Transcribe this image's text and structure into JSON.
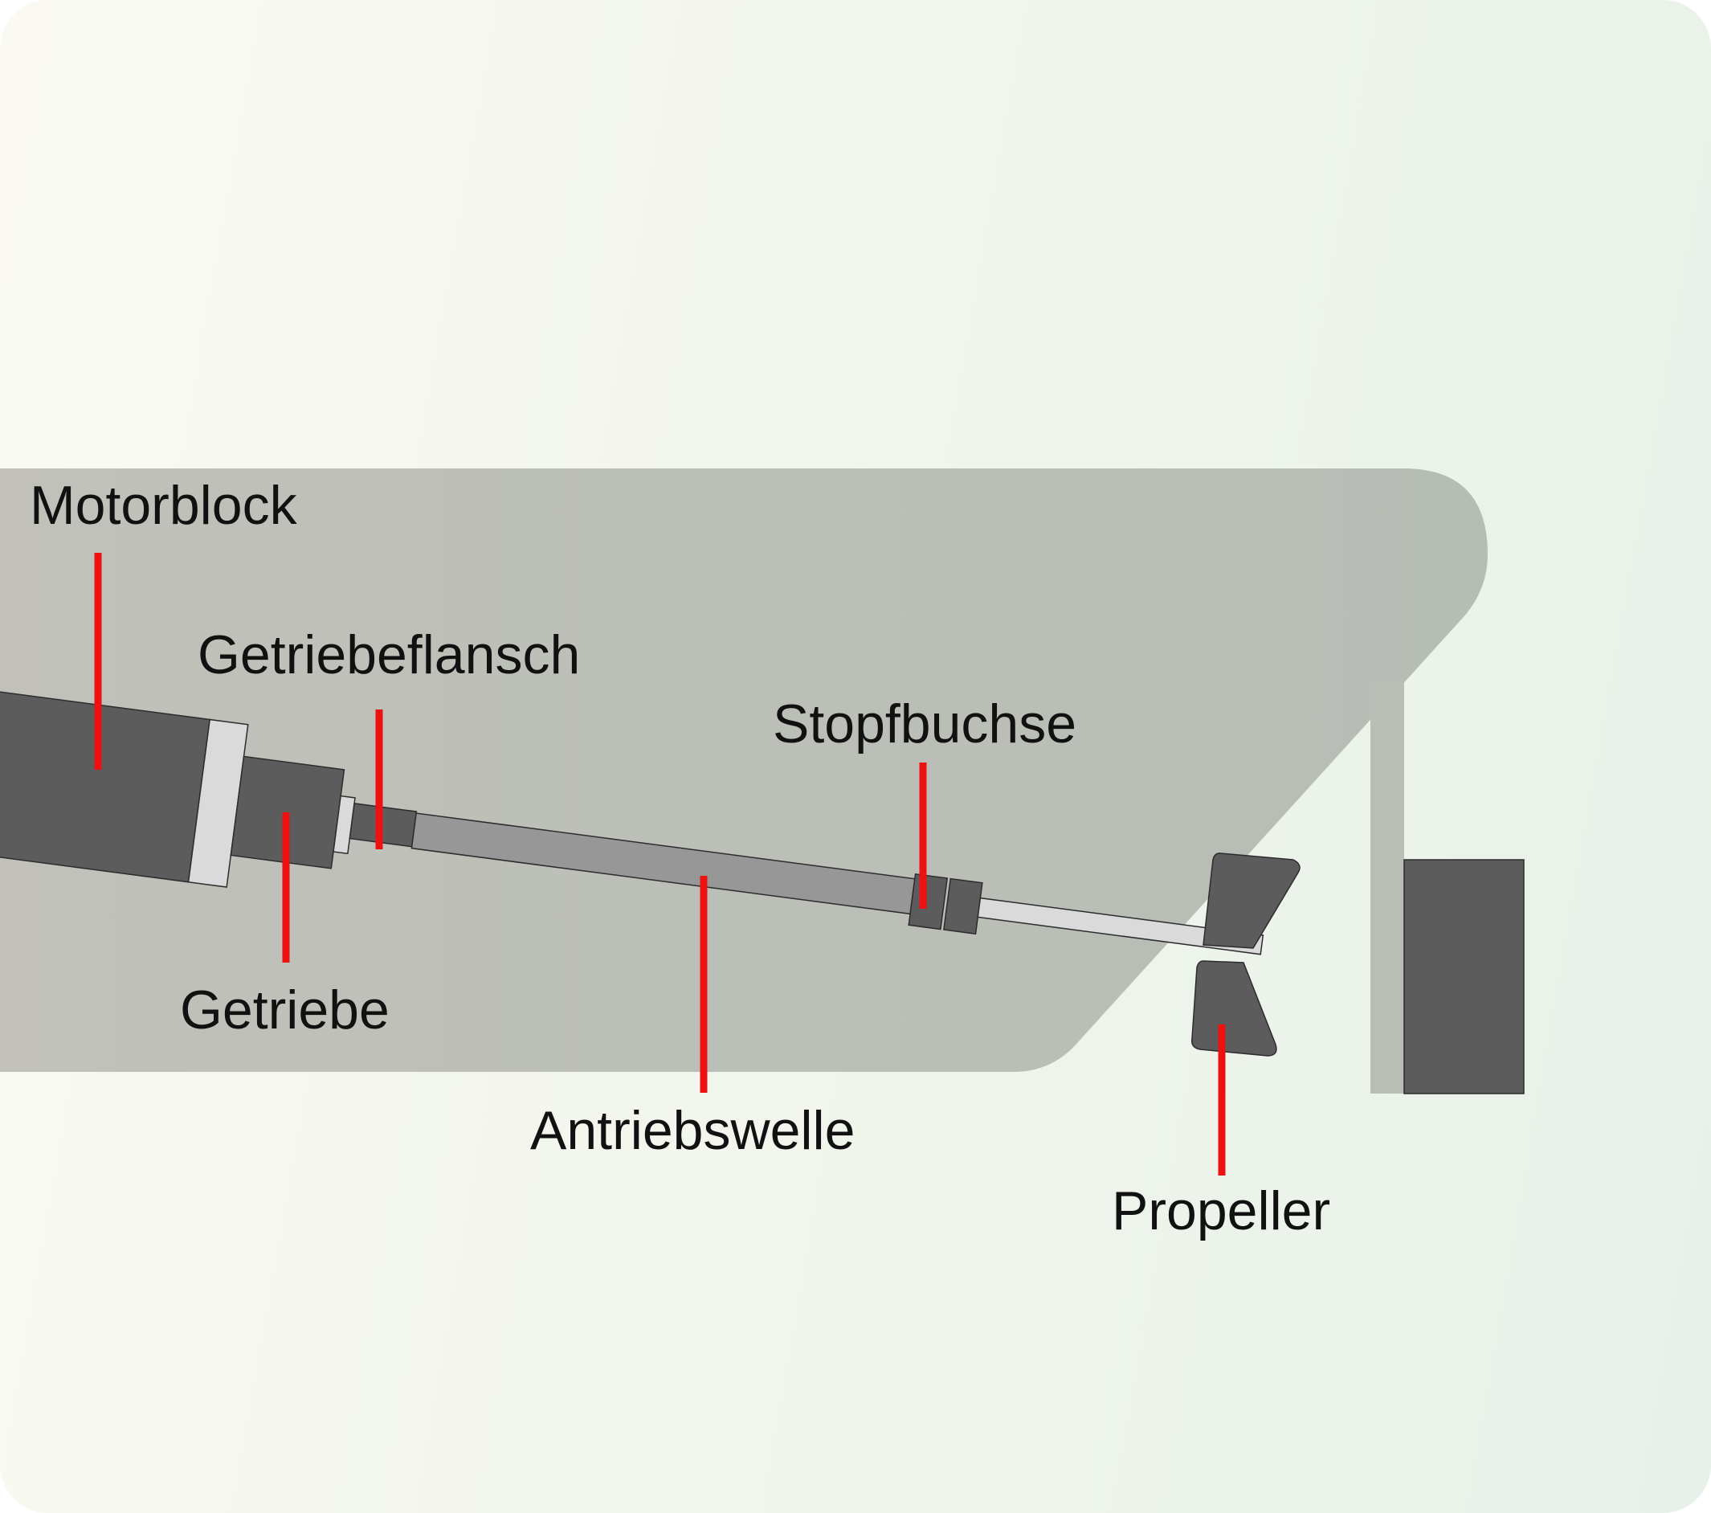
{
  "labels": {
    "engine_block": "Motorblock",
    "gearbox_flange": "Getriebeflansch",
    "stuffing_box": "Stopfbuchse",
    "gearbox": "Getriebe",
    "drive_shaft": "Antriebswelle",
    "propeller": "Propeller"
  },
  "colors": {
    "background_start": "#fafaf2",
    "background_end": "#e7f1e9",
    "hull": "#b8bdb5",
    "dark_part": "#5d5c5d",
    "light_part": "#dadada",
    "shaft": "#979797",
    "leader_line": "#ee1111",
    "text": "#111111"
  }
}
